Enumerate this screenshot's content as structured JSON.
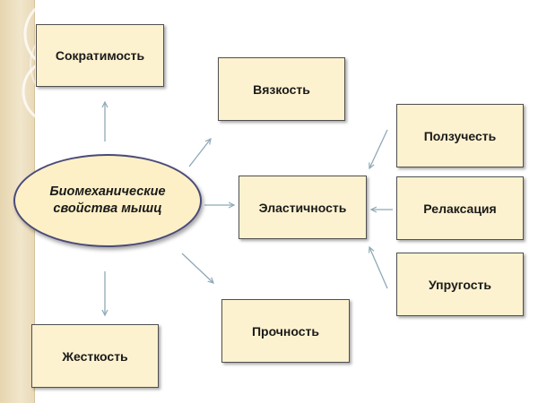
{
  "center": {
    "label": "Биомеханические свойства мышц"
  },
  "nodes": {
    "sokratimost": "Сократимость",
    "vyazkost": "Вязкость",
    "elastichnost": "Эластичность",
    "prochnost": "Прочность",
    "zhestkost": "Жесткость",
    "polzuchest": "Ползучесть",
    "relaksaciya": "Релаксация",
    "uprugost": "Упругость"
  },
  "colors": {
    "box_fill": "#fdf2cf",
    "box_border": "#4f4f4f",
    "arrow": "#8ea9b7",
    "stripe": "#e6d5ae"
  }
}
